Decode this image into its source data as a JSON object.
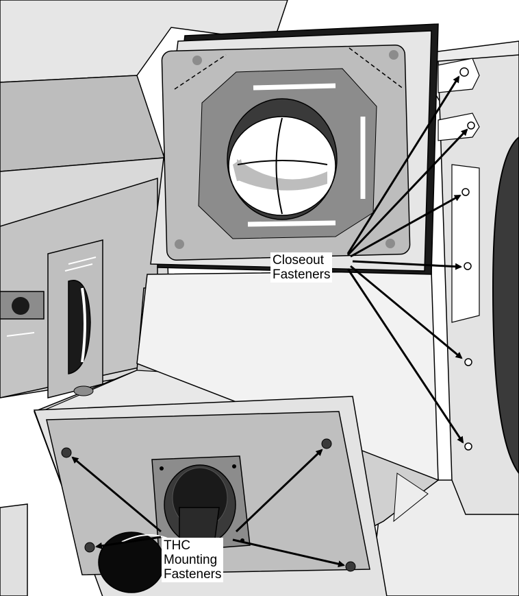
{
  "labels": {
    "closeout": {
      "line1": "Closeout",
      "line2": "Fasteners"
    },
    "thc": {
      "line1": "THC",
      "line2": "Mounting",
      "line3": "Fasteners"
    }
  },
  "colors": {
    "outline": "#000000",
    "panel_light": "#f2f2f2",
    "panel_mid": "#d8d8d8",
    "panel_gray": "#bdbdbd",
    "panel_dark": "#8c8c8c",
    "window_dark": "#3a3a3a"
  }
}
